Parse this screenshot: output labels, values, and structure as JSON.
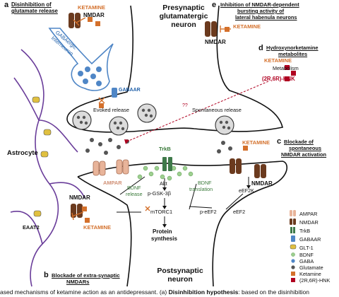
{
  "panels": {
    "a": {
      "letter": "a",
      "title_lines": [
        "Disinhibition of",
        "glutamate release"
      ]
    },
    "b": {
      "letter": "b",
      "title_lines": [
        "Blockade of extra-synaptic",
        "NMDARs"
      ]
    },
    "c": {
      "letter": "c",
      "title_lines": [
        "Blockade of",
        "spontaneous",
        "NMDAR activation"
      ]
    },
    "d": {
      "letter": "d",
      "title_lines": [
        "Hydroxynorketamine",
        "metabolites"
      ]
    },
    "e": {
      "letter": "e",
      "title_lines": [
        "Inhibition of NMDAR-dependent",
        "bursting activity of",
        "lateral habenula neurons"
      ]
    }
  },
  "labels": {
    "presynaptic": [
      "Presynaptic",
      "glutamatergic",
      "neuron"
    ],
    "postsynaptic": [
      "Postsynaptic",
      "neuron"
    ],
    "astrocyte": "Astrocyte",
    "interneuron": [
      "GABAergic",
      "Interneuron"
    ],
    "evoked_release": "Evoked release",
    "spontaneous_release": "Spontaneous release",
    "ketamine": "KETAMINE",
    "nmdar": "NMDAR",
    "gabaar": "GABAAR",
    "ampar": "AMPAR",
    "trkb": "TrkB",
    "eaat2": "EAAT2",
    "akt": "Akt",
    "pgsk": "p-GSK-3β",
    "mtorc1": "mTORC1",
    "protein_synthesis": [
      "Protein",
      "synthesis"
    ],
    "bdnf_release": [
      "BDNF",
      "release"
    ],
    "bdnf_translation": [
      "BDNF",
      "translation"
    ],
    "eef2k": "eEF2K",
    "peef2": "p-eEF2",
    "eef2": "eEF2",
    "metabolism": "Metabolism",
    "hnk": "(2R,6R)-HNK",
    "question": "??"
  },
  "legend": [
    {
      "icon": "ampar-icon",
      "label": "AMPAR"
    },
    {
      "icon": "nmdar-icon",
      "label": "NMDAR"
    },
    {
      "icon": "trkb-icon",
      "label": "TrkB"
    },
    {
      "icon": "gabaar-icon",
      "label": "GABAAR"
    },
    {
      "icon": "glt1-icon",
      "label": "GLT-1"
    },
    {
      "icon": "bdnf-dot-icon",
      "label": "BDNF"
    },
    {
      "icon": "gaba-dot-icon",
      "label": "GABA"
    },
    {
      "icon": "glutamate-dot-icon",
      "label": "Glutamate"
    },
    {
      "icon": "ketamine-square-icon",
      "label": "Ketamine"
    },
    {
      "icon": "hnk-square-icon",
      "label": "(2R,6R)-HNK"
    }
  ],
  "colors": {
    "ketamine": "#d4702b",
    "nmdar": "#6b3a1e",
    "ampar": "#e8b49a",
    "trkb": "#3f7a4a",
    "bdnf": "#9dcf8f",
    "gaba": "#4f86c6",
    "glutamate": "#555555",
    "hnk": "#b00020",
    "astrocyte": "#6a3d9a"
  },
  "caption": {
    "prefix": "ased mechanisms of ketamine action as an antidepressant. (a) ",
    "bold": "Disinhibition hypothesis",
    "suffix": ": based on the disinhibition"
  }
}
